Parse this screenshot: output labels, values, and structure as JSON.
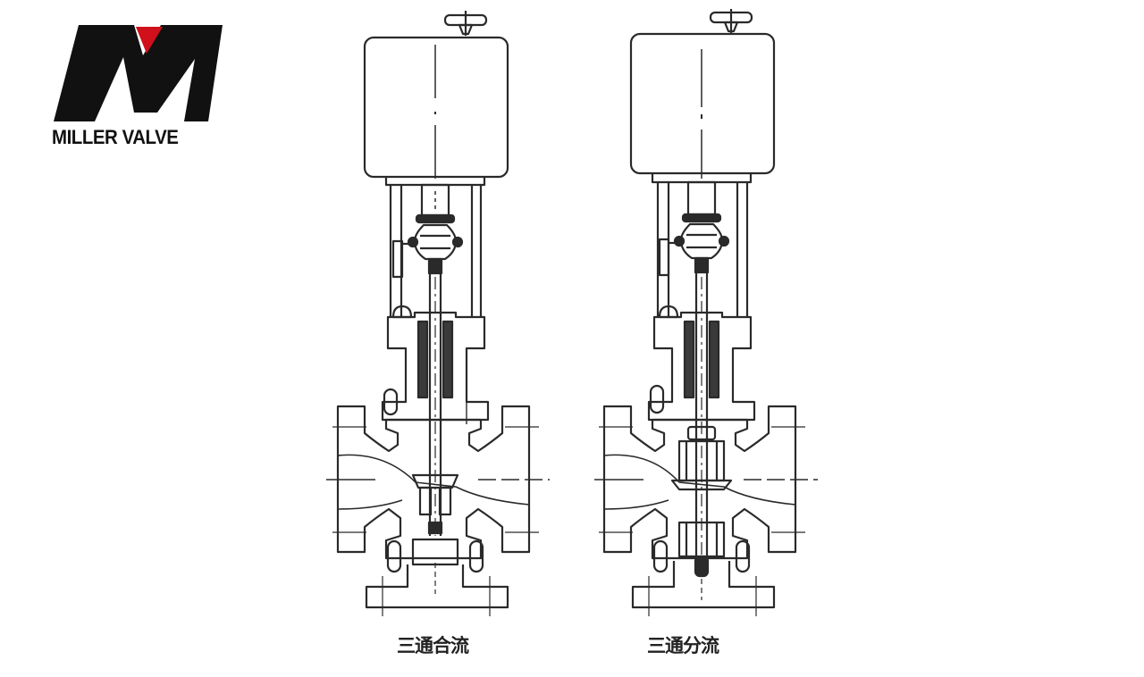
{
  "logo": {
    "brand_name": "MILLER VALVE",
    "mark_letter": "M",
    "colors": {
      "mark": "#111111",
      "accent_triangle": "#d0101a"
    }
  },
  "diagram": {
    "subject": "Three-way electric control valve (cross-section drawings)",
    "line_color": "#2a2a2a",
    "background": "#ffffff",
    "valves": [
      {
        "id": "mixing",
        "caption": "三通合流",
        "components": [
          "electric-actuator",
          "handwheel",
          "yoke-pillars",
          "stem-coupling",
          "bonnet-packing",
          "flanged-body",
          "mixing-plug",
          "bottom-flange"
        ]
      },
      {
        "id": "diverting",
        "caption": "三通分流",
        "components": [
          "electric-actuator",
          "handwheel",
          "yoke-pillars",
          "stem-coupling",
          "bonnet-packing",
          "flanged-body",
          "diverting-plug",
          "bottom-flange"
        ]
      }
    ]
  }
}
